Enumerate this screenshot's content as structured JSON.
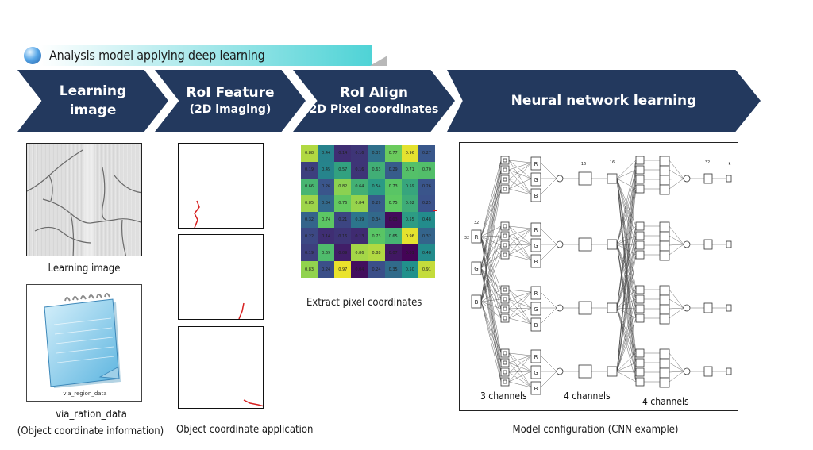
{
  "title": {
    "text": "Analysis model applying deep learning",
    "icon": "blue-orb-icon"
  },
  "steps": [
    {
      "line1": "Learning",
      "line2": "image"
    },
    {
      "line1": "RoI Feature",
      "line2": "(2D imaging)"
    },
    {
      "line1": "RoI Align",
      "line2": "2D Pixel coordinates"
    },
    {
      "line1": "Neural network learning",
      "line2": ""
    }
  ],
  "labels": {
    "learning_image": "Learning image",
    "notepad_file": "via_region_data",
    "data_line1": "via_ration_data",
    "data_line2": "(Object coordinate information)",
    "object_coord": "Object coordinate application",
    "extract_pixel": "Extract pixel coordinates",
    "model_config": "Model configuration (CNN example)"
  },
  "heatmap": {
    "values": [
      [
        "0.88",
        "0.44",
        "0.14",
        "0.16",
        "0.37",
        "0.77",
        "0.96",
        "0.27"
      ],
      [
        "0.19",
        "0.45",
        "0.57",
        "0.16",
        "0.63",
        "0.29",
        "0.71",
        "0.70"
      ],
      [
        "0.66",
        "0.26",
        "0.82",
        "0.64",
        "0.54",
        "0.73",
        "0.59",
        "0.26"
      ],
      [
        "0.85",
        "0.34",
        "0.76",
        "0.84",
        "0.29",
        "0.75",
        "0.62",
        "0.25"
      ],
      [
        "0.32",
        "0.74",
        "0.21",
        "0.39",
        "0.34",
        "0.03",
        "0.55",
        "0.48"
      ],
      [
        "0.22",
        "0.14",
        "0.16",
        "0.13",
        "0.73",
        "0.65",
        "0.96",
        "0.32"
      ],
      [
        "0.19",
        "0.69",
        "0.09",
        "0.86",
        "0.88",
        "0.07",
        "0.01",
        "0.48"
      ],
      [
        "0.83",
        "0.24",
        "0.97",
        "0.04",
        "0.24",
        "0.35",
        "0.50",
        "0.91"
      ]
    ]
  },
  "network": {
    "channel_labels": [
      "3 channels",
      "4 channels",
      "4 channels"
    ],
    "input_nodes": [
      "R",
      "G",
      "B"
    ],
    "group_nodes": [
      "R",
      "G",
      "B"
    ],
    "dim_labels": [
      "32",
      "32",
      "16",
      "16",
      "32",
      "k"
    ]
  },
  "colors": {
    "chevron": "#23395e",
    "accent_cyan": "#4fd3d6",
    "crack_red": "#d62020"
  }
}
